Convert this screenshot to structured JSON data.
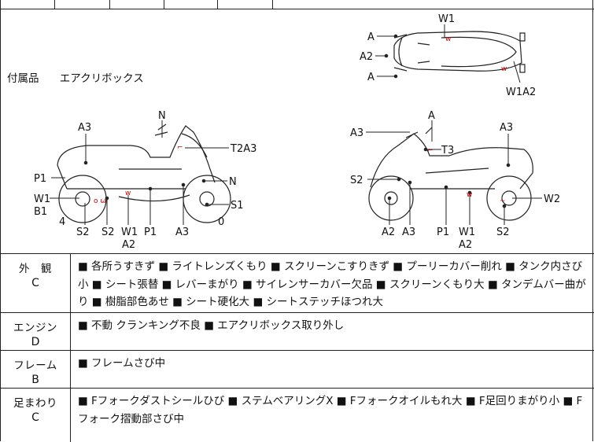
{
  "accessories": {
    "label": "付属品",
    "value": "エアクリボックス"
  },
  "diagram": {
    "top_view_labels": [
      "A",
      "A2",
      "A",
      "W1",
      "W1A2"
    ],
    "left_view_labels": [
      "N",
      "A3",
      "T2A3",
      "P1",
      "N",
      "W1",
      "B1",
      "S1",
      "4",
      "S2",
      "S2",
      "W1",
      "P1",
      "A3",
      "0",
      "A2"
    ],
    "right_view_labels": [
      "A",
      "A3",
      "A3",
      "T3",
      "S2",
      "W2",
      "A2",
      "A3",
      "P1",
      "W1",
      "S2",
      "A2"
    ],
    "mark_color": "#cc0000"
  },
  "inspection": [
    {
      "category": "外　観",
      "grade": "C",
      "details": "■ 各所うすきず ■ ライトレンズくもり ■ スクリーンこすりきず ■ プーリーカバー削れ ■ タンク内さび小 ■ シート張替 ■ レバーまがり ■ サイレンサーカバー欠品 ■ スクリーンくもり大 ■ タンデムバー曲がり ■ 樹脂部色あせ ■ シート硬化大 ■ シートステッチほつれ大"
    },
    {
      "category": "エンジン",
      "grade": "D",
      "details": "■ 不動 クランキング不良 ■ エアクリボックス取り外し"
    },
    {
      "category": "フレーム",
      "grade": "B",
      "details": "■ フレームさび中"
    },
    {
      "category": "足まわり",
      "grade": "C",
      "details": "■ Fフォークダストシールひび ■ ステムベアリングX ■ Fフォークオイルもれ大 ■ F足回りまがり小 ■ Fフォーク摺動部さび中"
    }
  ]
}
